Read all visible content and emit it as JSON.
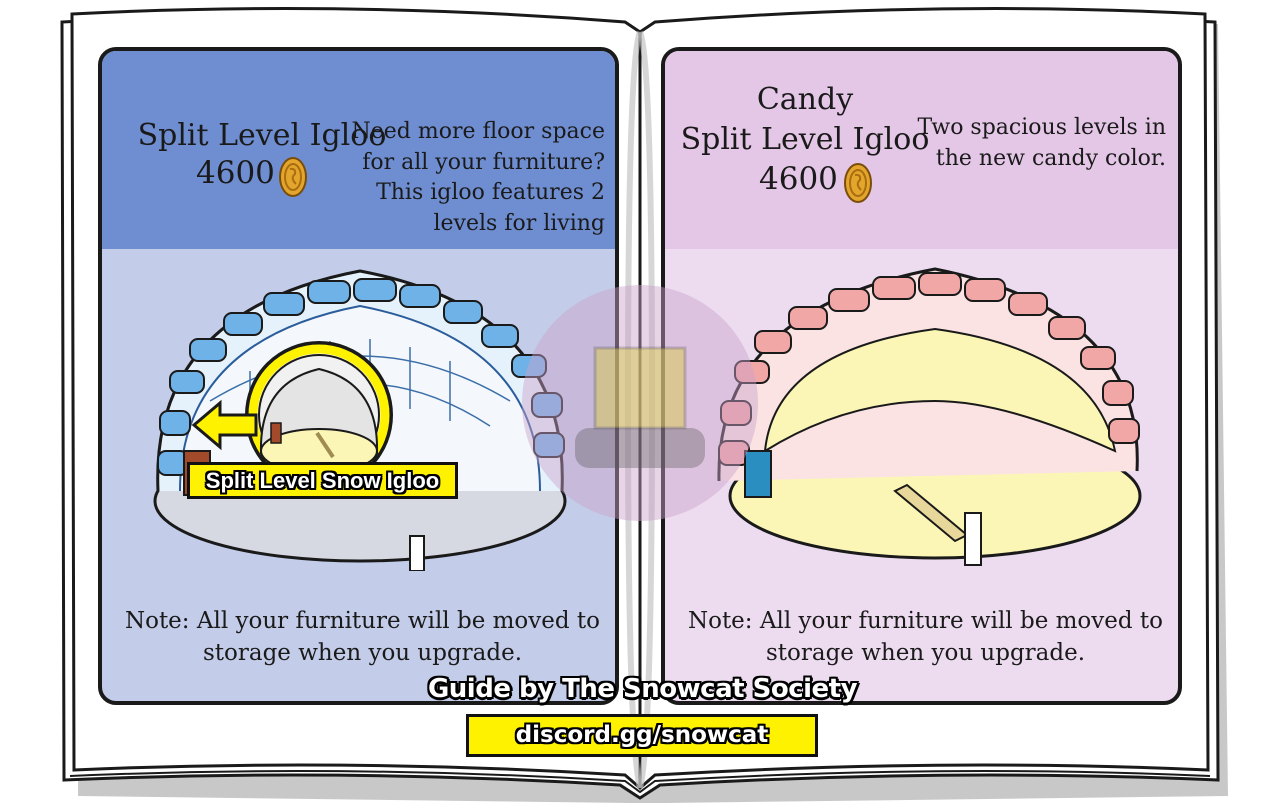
{
  "catalog": {
    "left_page": {
      "title": "Split Level Igloo",
      "price": "4600",
      "description": [
        "Need more floor space",
        "for all your furniture?",
        "This igloo features 2",
        "levels for living"
      ],
      "note": [
        "Note: All your furniture will be moved to",
        "storage when you upgrade."
      ],
      "overlay_label": "Split Level Snow Igloo"
    },
    "right_page": {
      "title_line1": "Candy",
      "title_line2": "Split Level Igloo",
      "price": "4600",
      "description": [
        "Two spacious levels in",
        "the new candy color."
      ],
      "note": [
        "Note: All your furniture will be moved to",
        "storage when you upgrade."
      ]
    },
    "credit": "Guide by The Snowcat Society",
    "discord": "discord.gg/snowcat"
  },
  "colors": {
    "left_header": "#6f8ed1",
    "left_body": "#c3cce8",
    "right_header": "#e4c6e6",
    "right_body": "#eddcf0",
    "coin": "#e3a52b",
    "highlight": "#fff200"
  },
  "icons": {
    "coin": "coin-icon",
    "arrow": "arrow-left-icon"
  }
}
